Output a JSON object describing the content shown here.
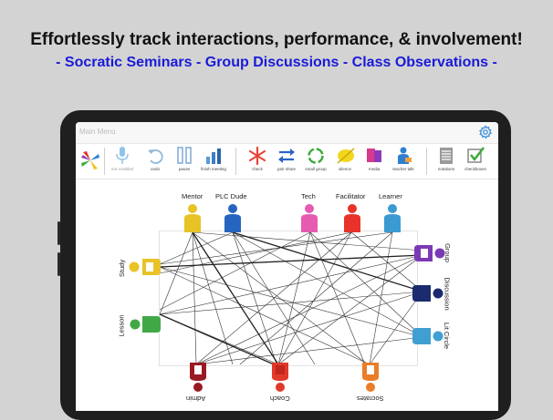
{
  "promo": {
    "headline": "Effortlessly track interactions, performance, & involvement!",
    "subline": "- Socratic Seminars - Group Discussions - Class Observations -"
  },
  "app": {
    "menu_label": "Main Menu",
    "settings_icon": "gear-icon"
  },
  "toolbar": {
    "tools": [
      {
        "label": "",
        "icon": "pinwheel-logo-icon"
      },
      {
        "label": "mic enabled",
        "icon": "microphone-icon",
        "dim": true
      },
      {
        "label": "undo",
        "icon": "undo-icon"
      },
      {
        "label": "pause",
        "icon": "pause-icon"
      },
      {
        "label": "finish meeting",
        "icon": "bar-chart-icon"
      },
      {
        "label": "check",
        "icon": "asterisk-icon"
      },
      {
        "label": "pair share",
        "icon": "swap-arrows-icon"
      },
      {
        "label": "small group",
        "icon": "circle-arrows-icon"
      },
      {
        "label": "silence",
        "icon": "mute-icon"
      },
      {
        "label": "media",
        "icon": "book-icon"
      },
      {
        "label": "teacher talk",
        "icon": "teacher-icon"
      },
      {
        "label": "notations",
        "icon": "notes-icon"
      },
      {
        "label": "checkboxes",
        "icon": "checkbox-icon"
      }
    ]
  },
  "participants": [
    {
      "label": "Mentor",
      "color": "#e8c325"
    },
    {
      "label": "PLC Dude",
      "color": "#2565c0"
    },
    {
      "label": "Tech",
      "color": "#e65bb0"
    },
    {
      "label": "Facilitator",
      "color": "#e8332b"
    },
    {
      "label": "Learner",
      "color": "#3b9ad1"
    },
    {
      "label": "Study",
      "color": "#e8c325"
    },
    {
      "label": "Lesson",
      "color": "#41a845"
    },
    {
      "label": "Group",
      "color": "#7b3ab5"
    },
    {
      "label": "Discussion",
      "color": "#1b2b6e"
    },
    {
      "label": "Lit Circle",
      "color": "#3f9fd3"
    },
    {
      "label": "Admin",
      "color": "#9a1a24"
    },
    {
      "label": "Coach",
      "color": "#e0392a"
    },
    {
      "label": "Socrates",
      "color": "#e97d2a"
    }
  ]
}
